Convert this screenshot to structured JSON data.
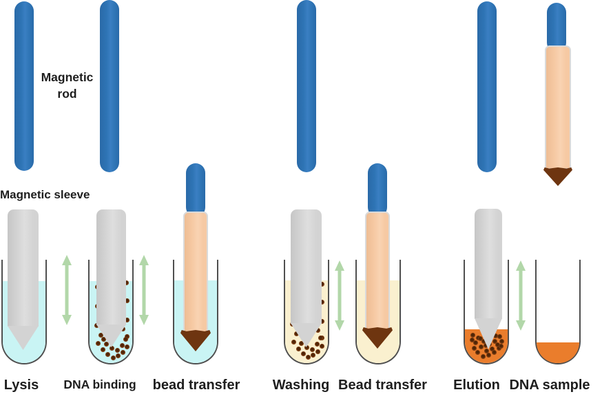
{
  "annotations": {
    "magnetic_rod_line1": "Magnetic",
    "magnetic_rod_line2": "rod",
    "magnetic_sleeve": "Magnetic sleeve"
  },
  "steps": [
    {
      "label": "Lysis"
    },
    {
      "label": "DNA binding"
    },
    {
      "label": "bead transfer"
    },
    {
      "label": "Washing"
    },
    {
      "label": "Bead transfer"
    },
    {
      "label": "Elution"
    },
    {
      "label": "DNA sample"
    }
  ],
  "icons": [
    {
      "name": "mix-arrow-icon",
      "meaning": "double-headed vertical arrow indicating mixing / up-down movement"
    }
  ],
  "colors": {
    "rod_blue": "#2e74b5",
    "sleeve_gray": "#d3d3d3",
    "sleeve_peach": "#f6c9a3",
    "sleeve_peach_border": "#dadada",
    "tube_outline": "#4f4f4f",
    "liquid_cyan": "#c9f4f4",
    "liquid_cream": "#faf0cf",
    "liquid_orange": "#ea7d2c",
    "bead_brown": "#7a3b12",
    "bead_dark": "#4e2506",
    "clump_brown": "#6e3510",
    "arrow_green": "#a8d29e",
    "label_color": "#1e1e1e"
  }
}
